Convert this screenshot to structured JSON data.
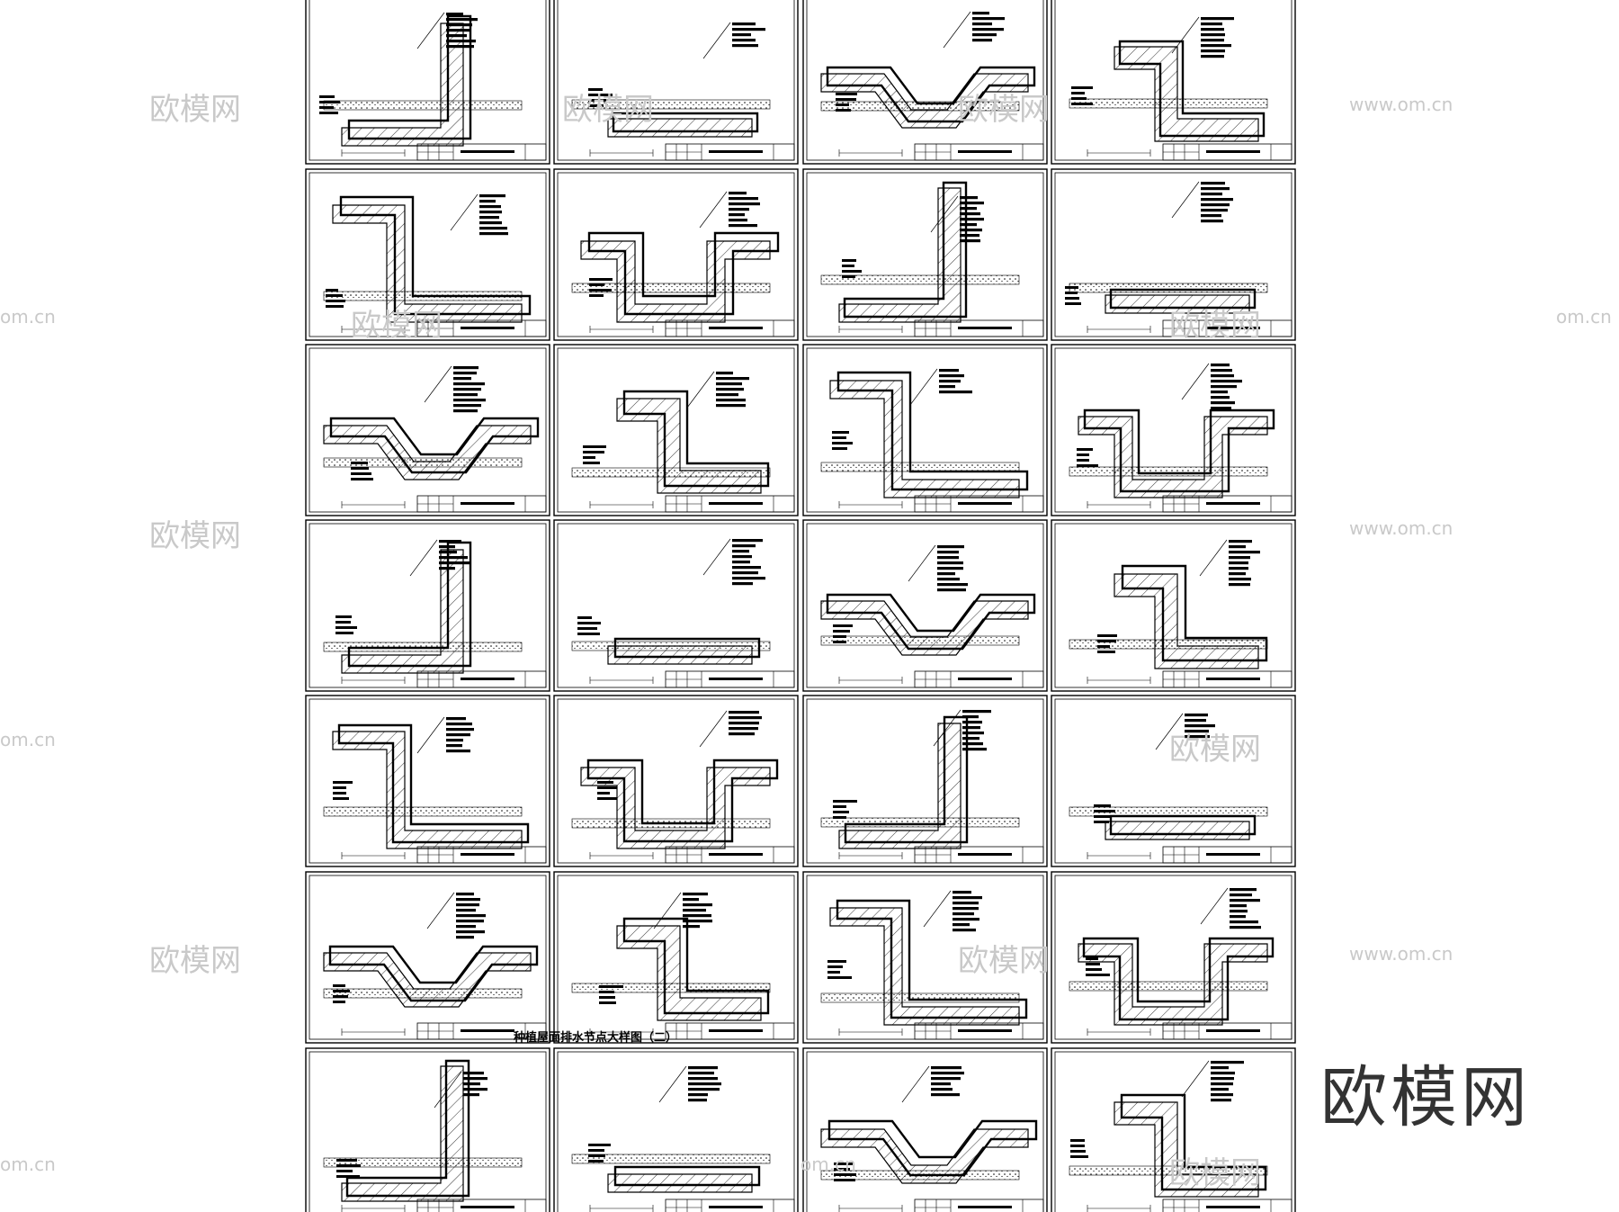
{
  "colors": {
    "background": "#ffffff",
    "ink": "#000000",
    "watermark": "#c9c9c9",
    "logo": "#333333"
  },
  "brand_logo": "欧模网",
  "watermarks": {
    "cn": "欧模网",
    "url": "www.om.cn",
    "url_partial": "om.cn"
  },
  "sheets": {
    "columns": 4,
    "rows": 7,
    "count": 28,
    "featured_title": "种植屋面排水节点大样图（二）"
  }
}
